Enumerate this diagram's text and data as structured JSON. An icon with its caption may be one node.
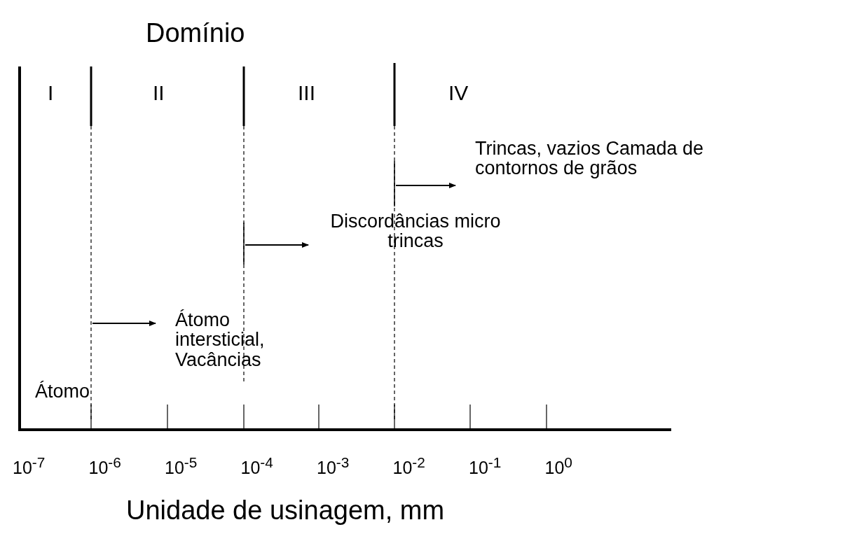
{
  "diagram": {
    "nodes": [
      {
        "text": [
          "Trincas, vazios Camada de contornos de grãos"
        ]
      },
      {
        "text": [
          "Discordâncias micro trincas"
        ]
      },
      {
        "text": [
          "Átomo intersticial, Vacâncias"
        ]
      }
    ],
    "edges": [
      {
        "from": null,
        "to": 0,
        "arrow": "to"
      },
      {
        "from": null,
        "to": 1,
        "arrow": "to"
      },
      {
        "from": null,
        "to": 2,
        "arrow": "to"
      }
    ],
    "labels": [
      "Domínio",
      "I",
      "II",
      "III",
      "IV",
      "Átomo",
      "10$^{-7}$",
      "10$^{-6}$",
      "10$^{-5}$",
      "10$^{-4}$",
      "10$^{-3}$",
      "10$^{-2}$",
      "10$^{-1}$",
      "10$^{0}$",
      "Unidade de usinagem, mm"
    ]
  }
}
